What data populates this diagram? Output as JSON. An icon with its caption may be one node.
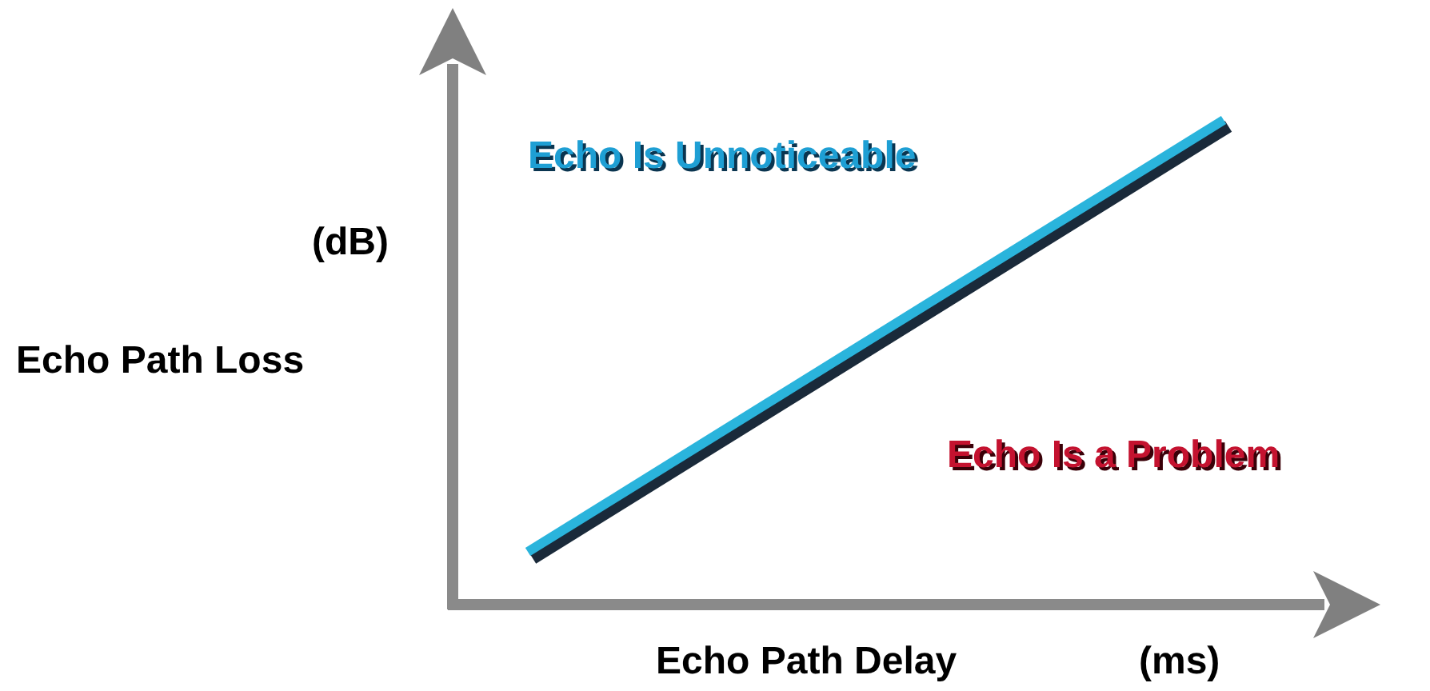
{
  "diagram": {
    "labels": [
      "Echo Is Unnoticeable",
      "(dB)",
      "Echo Path Loss",
      "Echo Is a Problem",
      "Echo Path Delay",
      "(ms)"
    ]
  }
}
